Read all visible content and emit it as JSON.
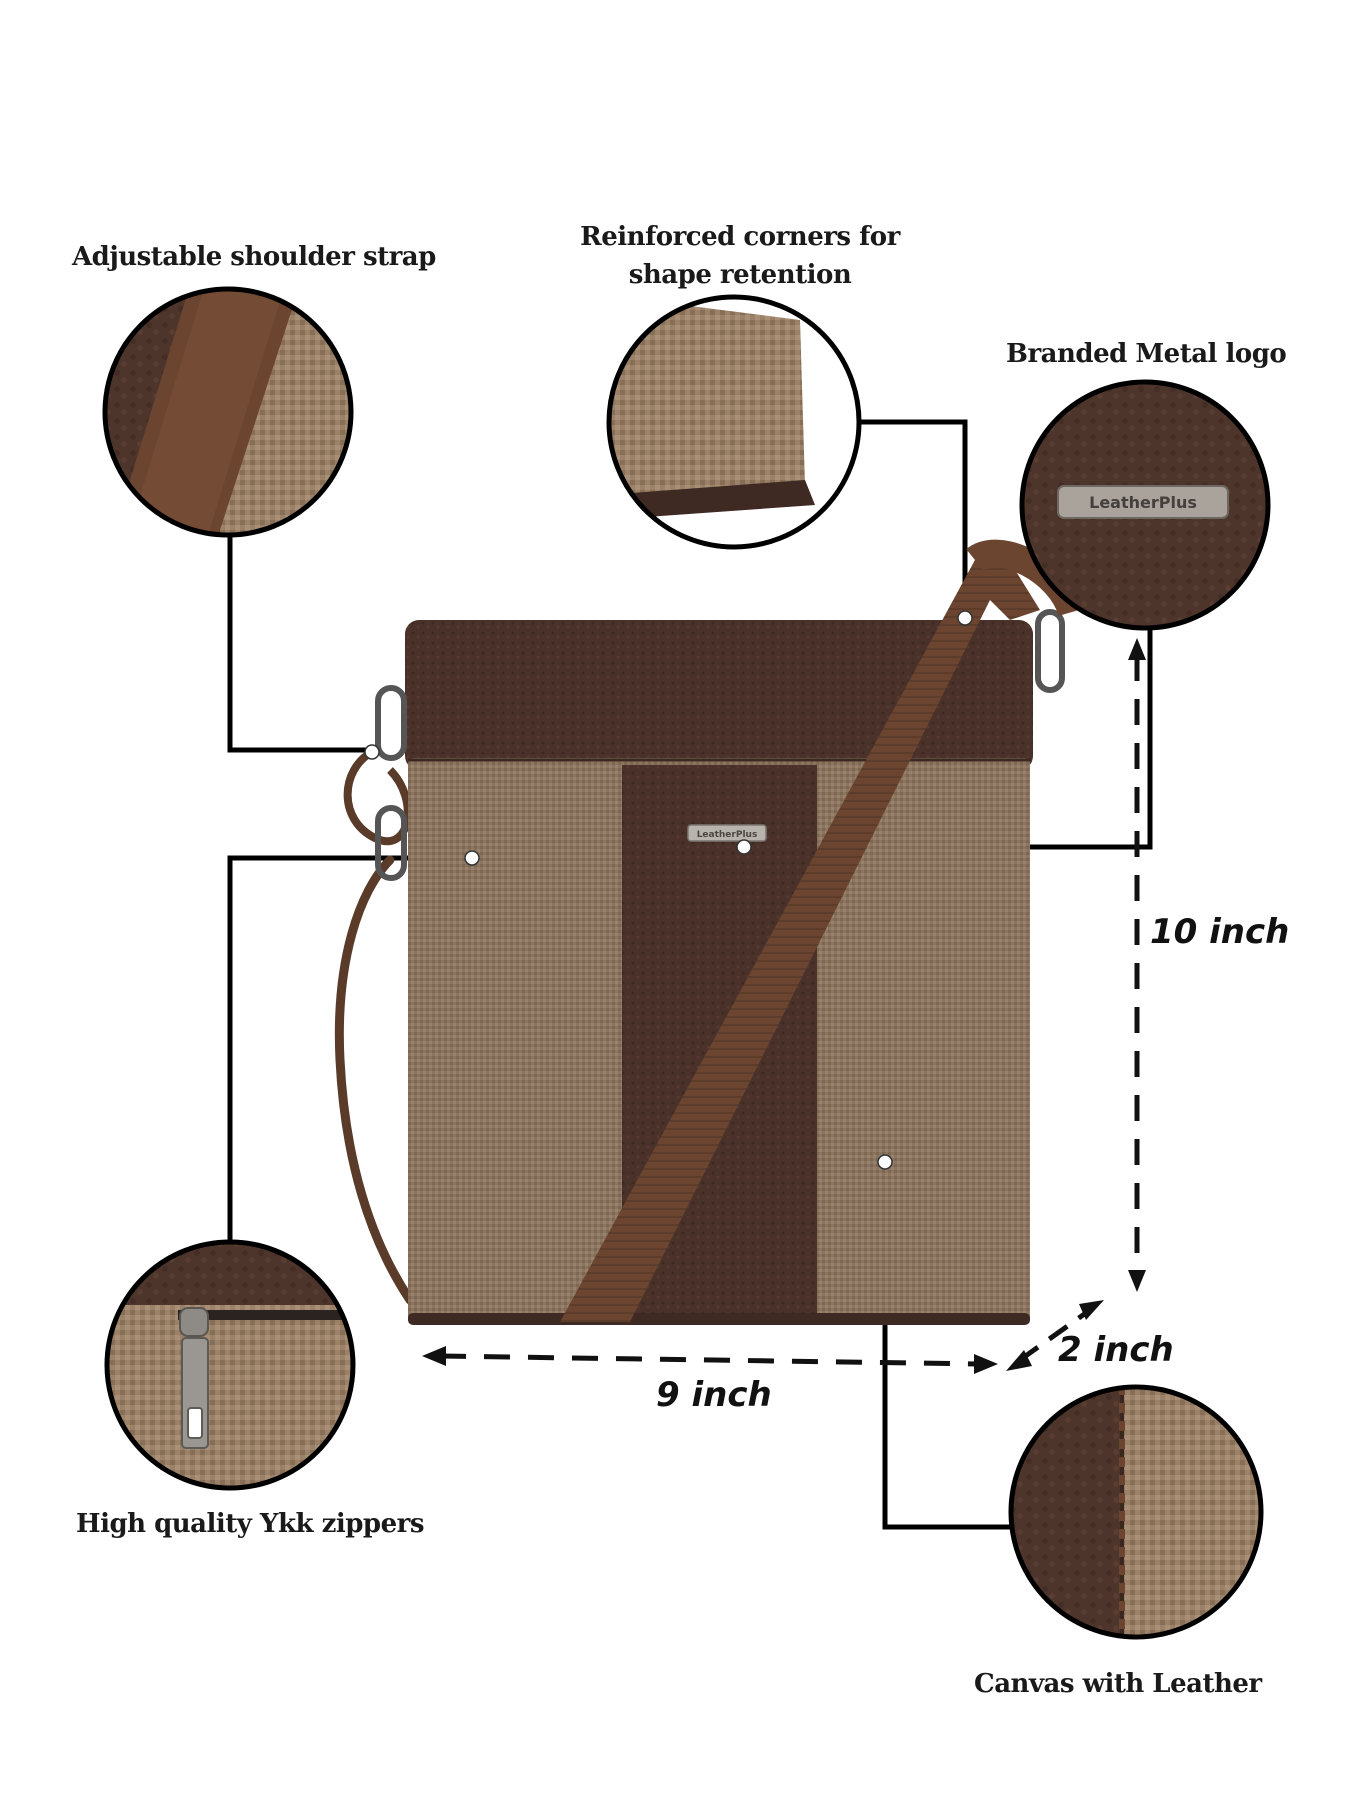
{
  "features": {
    "strap": "Adjustable shoulder strap",
    "corners_line1": "Reinforced corners for",
    "corners_line2": "shape retention",
    "logo": "Branded Metal logo",
    "zippers": "High quality Ykk zippers",
    "material": "Canvas with Leather"
  },
  "dimensions": {
    "height": "10 inch",
    "width": "9 inch",
    "depth": "2 inch"
  },
  "brand": {
    "logo_text": "LeatherPlus"
  },
  "colors": {
    "leather": "#4a322a",
    "canvas": "#8b7560",
    "strap": "#6b4530",
    "callout_line": "#000000",
    "background": "#ffffff"
  }
}
